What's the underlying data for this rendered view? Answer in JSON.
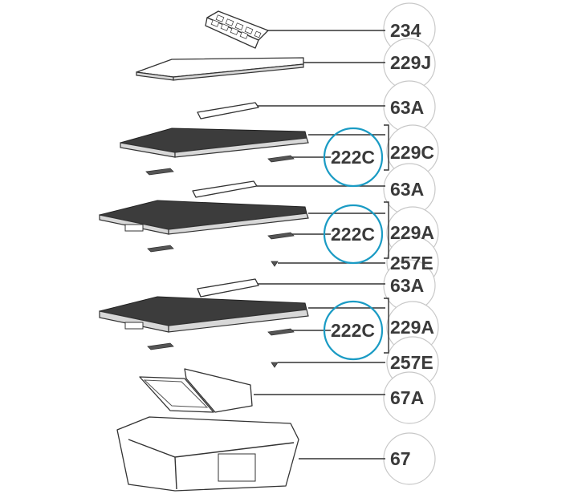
{
  "labels": {
    "l234": "234",
    "l229J": "229J",
    "l63A_1": "63A",
    "l229C": "229C",
    "l63A_2": "63A",
    "l229A_1": "229A",
    "l257E_1": "257E",
    "l63A_3": "63A",
    "l229A_2": "229A",
    "l257E_2": "257E",
    "l67A": "67A",
    "l67": "67"
  },
  "highlighted": {
    "h1": "222C",
    "h2": "222C",
    "h3": "222C"
  },
  "colors": {
    "highlight_ring": "#1a9bc4",
    "bubble_stroke": "#c8c8c8",
    "label_text": "#3a3a3a"
  }
}
